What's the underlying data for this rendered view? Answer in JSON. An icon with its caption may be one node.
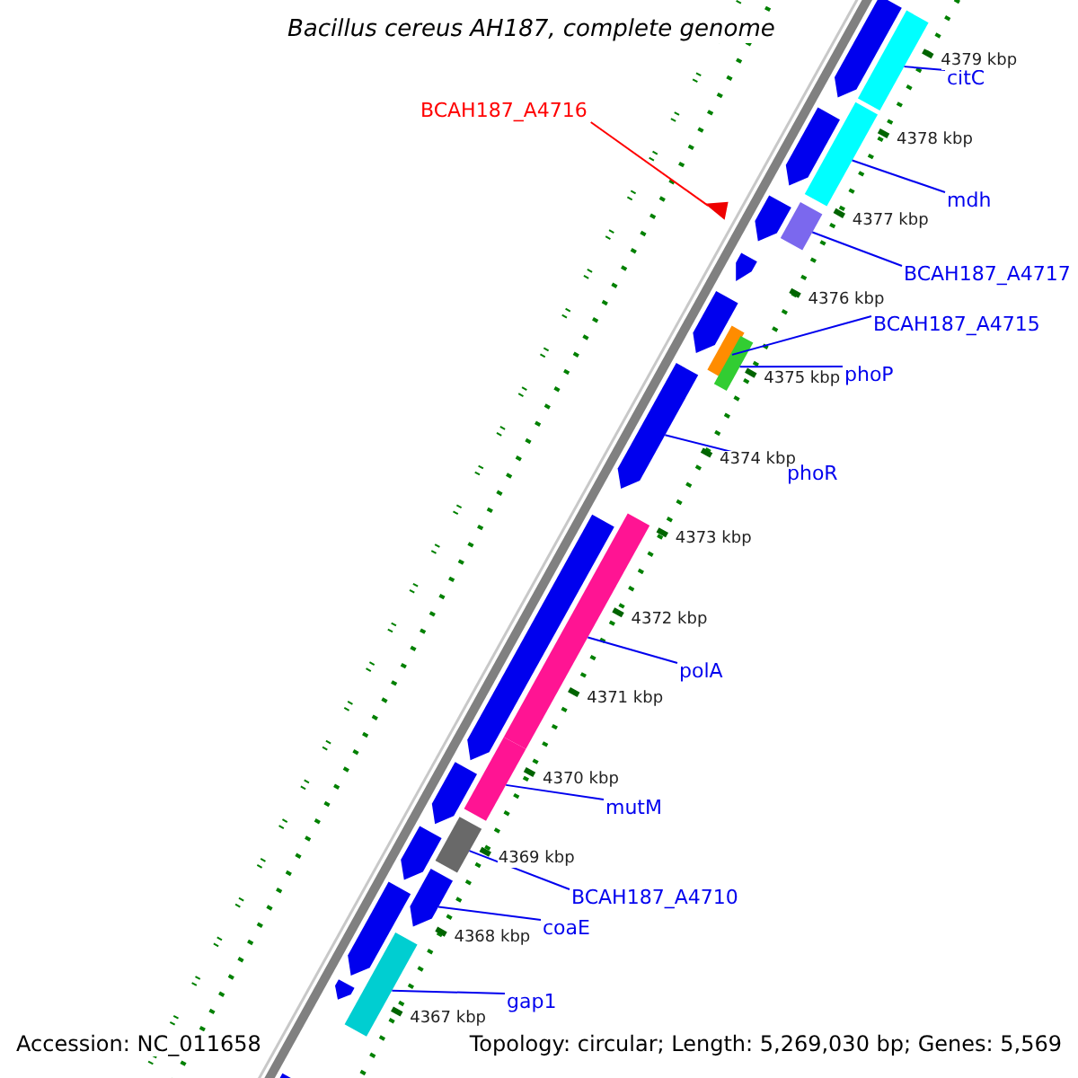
{
  "diagram": {
    "title": "Bacillus cereus AH187, complete genome",
    "nodes": [
      {
        "text": [
          "BCAH187_A4716"
        ]
      },
      {
        "text": [],
        "shape": "triangle"
      },
      {
        "text": [
          "citC"
        ]
      },
      {
        "text": [],
        "shape": "bar"
      },
      {
        "text": [
          "mdh"
        ]
      },
      {
        "text": [],
        "shape": "bar"
      },
      {
        "text": [
          "BCAH187_A4717"
        ]
      },
      {
        "text": [],
        "shape": "bar"
      },
      {
        "text": [
          "BCAH187_A4715"
        ]
      },
      {
        "text": [],
        "shape": "bar"
      },
      {
        "text": [
          "phoP"
        ]
      },
      {
        "text": [],
        "shape": "bar"
      },
      {
        "text": [
          "phoR"
        ]
      },
      {
        "text": [],
        "shape": "arrow"
      },
      {
        "text": [
          "polA"
        ]
      },
      {
        "text": [],
        "shape": "bar"
      },
      {
        "text": [
          "mutM"
        ]
      },
      {
        "text": [],
        "shape": "bar"
      },
      {
        "text": [
          "BCAH187_A4710"
        ]
      },
      {
        "text": [],
        "shape": "bar"
      },
      {
        "text": [
          "coaE"
        ]
      },
      {
        "text": [],
        "shape": "arrow"
      },
      {
        "text": [
          "gap1"
        ]
      },
      {
        "text": [],
        "shape": "bar"
      },
      {
        "text": [],
        "shape": "arrow"
      },
      {
        "text": [],
        "shape": "arrow"
      },
      {
        "text": [],
        "shape": "arrow"
      },
      {
        "text": [],
        "shape": "arrow"
      },
      {
        "text": [],
        "shape": "arrow"
      },
      {
        "text": [],
        "shape": "arrow"
      },
      {
        "text": [],
        "shape": "arrow"
      },
      {
        "text": [],
        "shape": "arrow"
      },
      {
        "text": [],
        "shape": "arrow"
      },
      {
        "text": [],
        "shape": "arrow"
      },
      {
        "text": [],
        "shape": "arrow"
      }
    ],
    "edges": [
      {
        "from": 0,
        "to": 1,
        "arrow": "none",
        "color": "#ff0000"
      },
      {
        "from": 2,
        "to": 3,
        "arrow": "none"
      },
      {
        "from": 4,
        "to": 5,
        "arrow": "none"
      },
      {
        "from": 6,
        "to": 7,
        "arrow": "none"
      },
      {
        "from": 8,
        "to": 9,
        "arrow": "none"
      },
      {
        "from": 10,
        "to": 11,
        "arrow": "none"
      },
      {
        "from": 12,
        "to": 13,
        "arrow": "none"
      },
      {
        "from": 14,
        "to": 15,
        "arrow": "none"
      },
      {
        "from": 16,
        "to": 17,
        "arrow": "none"
      },
      {
        "from": 18,
        "to": 19,
        "arrow": "none"
      },
      {
        "from": 20,
        "to": 21,
        "arrow": "none"
      },
      {
        "from": 22,
        "to": 23,
        "arrow": "none"
      }
    ],
    "labels": [
      "4379 kbp",
      "4378 kbp",
      "4377 kbp",
      "4376 kbp",
      "4375 kbp",
      "4374 kbp",
      "4373 kbp",
      "4372 kbp",
      "4371 kbp",
      "4370 kbp",
      "4369 kbp",
      "4368 kbp",
      "4367 kbp",
      "Accession: NC_011658",
      "Topology: circular; Length: 5,269,030 bp; Genes: 5,569"
    ]
  }
}
